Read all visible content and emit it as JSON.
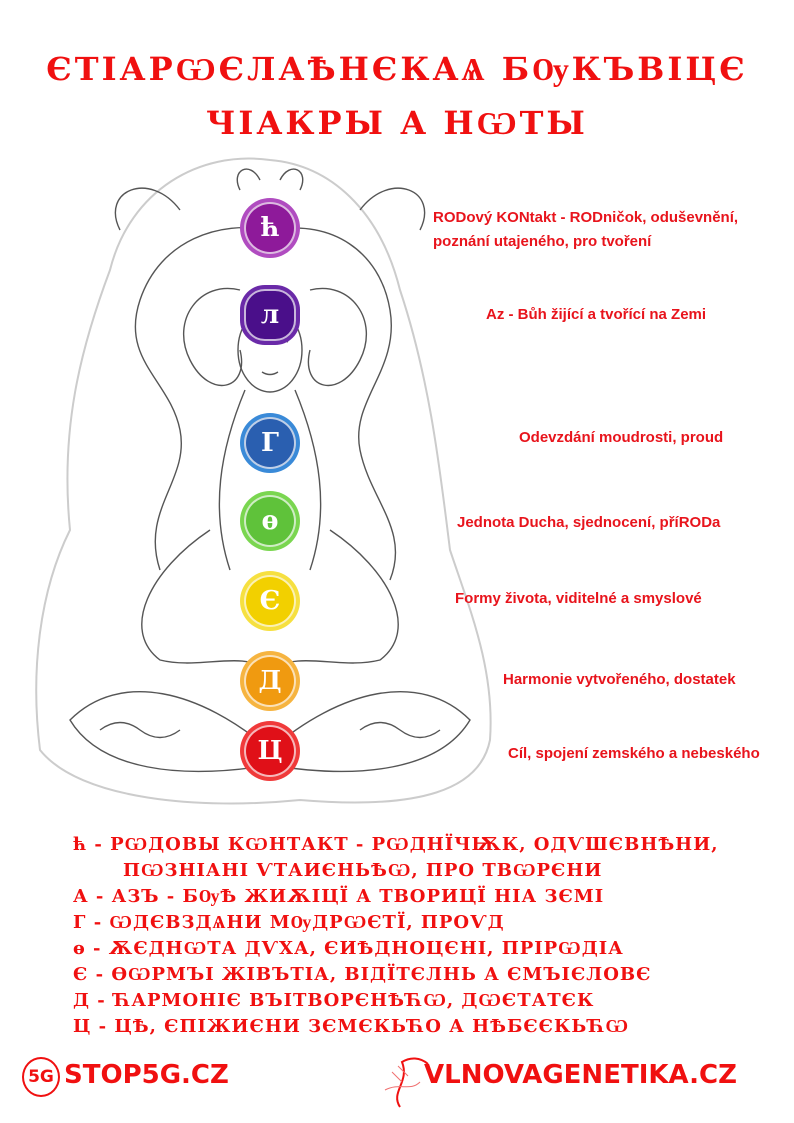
{
  "title": {
    "line1": "ЄТІАРѠЄЛАѢНЄКАѦ БѸКЪВІЦЄ",
    "line2": "ЧІАКРЫ А НѠТЫ"
  },
  "chakras": [
    {
      "glyph": "ћ",
      "color": "#8e1a9a",
      "ring": "#b04cc0",
      "label": [
        "RODový KONtakt - RODničok, oduševnění,",
        "poznání utajeného, pro tvoření"
      ]
    },
    {
      "glyph": "л",
      "color": "#4a0f8a",
      "ring": "#6a2aa8",
      "label": [
        "Az - Bůh žijící a tvořící na Zemi"
      ]
    },
    {
      "glyph": "Г",
      "color": "#2a5fb0",
      "ring": "#3a8ad8",
      "label": [
        "Odevzdání moudrosti, proud"
      ]
    },
    {
      "glyph": "ѳ",
      "color": "#5fc23a",
      "ring": "#7ad650",
      "label": [
        "Jednota Ducha, sjednocení, příRODa"
      ]
    },
    {
      "glyph": "Є",
      "color": "#f2d000",
      "ring": "#f6e040",
      "label": [
        "Formy života, viditelné a smyslové"
      ]
    },
    {
      "glyph": "Д",
      "color": "#f09a10",
      "ring": "#f6b440",
      "label": [
        "Harmonie vytvořeného, dostatek"
      ]
    },
    {
      "glyph": "Ц",
      "color": "#e01018",
      "ring": "#f03a3a",
      "label": [
        "Cíl, spojení zemského a nebeského"
      ]
    }
  ],
  "list": [
    "ћ - РѠДОВЫ КѠНТАКТ - РѠДНЇЧѬК, ОДѴШЄВНѢНИ,",
    "ПѠЗНІАНІ ѴТАИЄНЬѢѠ, ПРО ТВѠРЄНИ",
    "А - АЗЪ - БѸѢ ЖИѪІЦЇ А ТВОРИЦЇ НІА ЗЄМІ",
    "Г - ѠДЄВЗДѦНИ МѸДРѠЄТЇ, ПРОѴД",
    "ѳ - ѪЄДНѠТА ДѴХА, ЄИѢДНОЦЄНІ, ПРІРѠДІА",
    "Є - ѲѠРМЪІ ЖІВЪТІА, ВІДЇТЄЛНЬ А ЄМЪІЄЛОВЄ",
    "Д - ЋАРМОНІЄ ВЪІТВОРЄНѢЋѠ, ДѠЄТАТЄК",
    "Ц - ЦѢ, ЄПІЖИЄНИ ЗЄМЄКЬЋО А НѢБЄЄКЬЋѠ"
  ],
  "footer": {
    "left": "STOP5G.CZ",
    "left_badge": "5G",
    "right": "VLNOVAGENETIKA.CZ"
  },
  "colors": {
    "accent": "#f01010"
  }
}
